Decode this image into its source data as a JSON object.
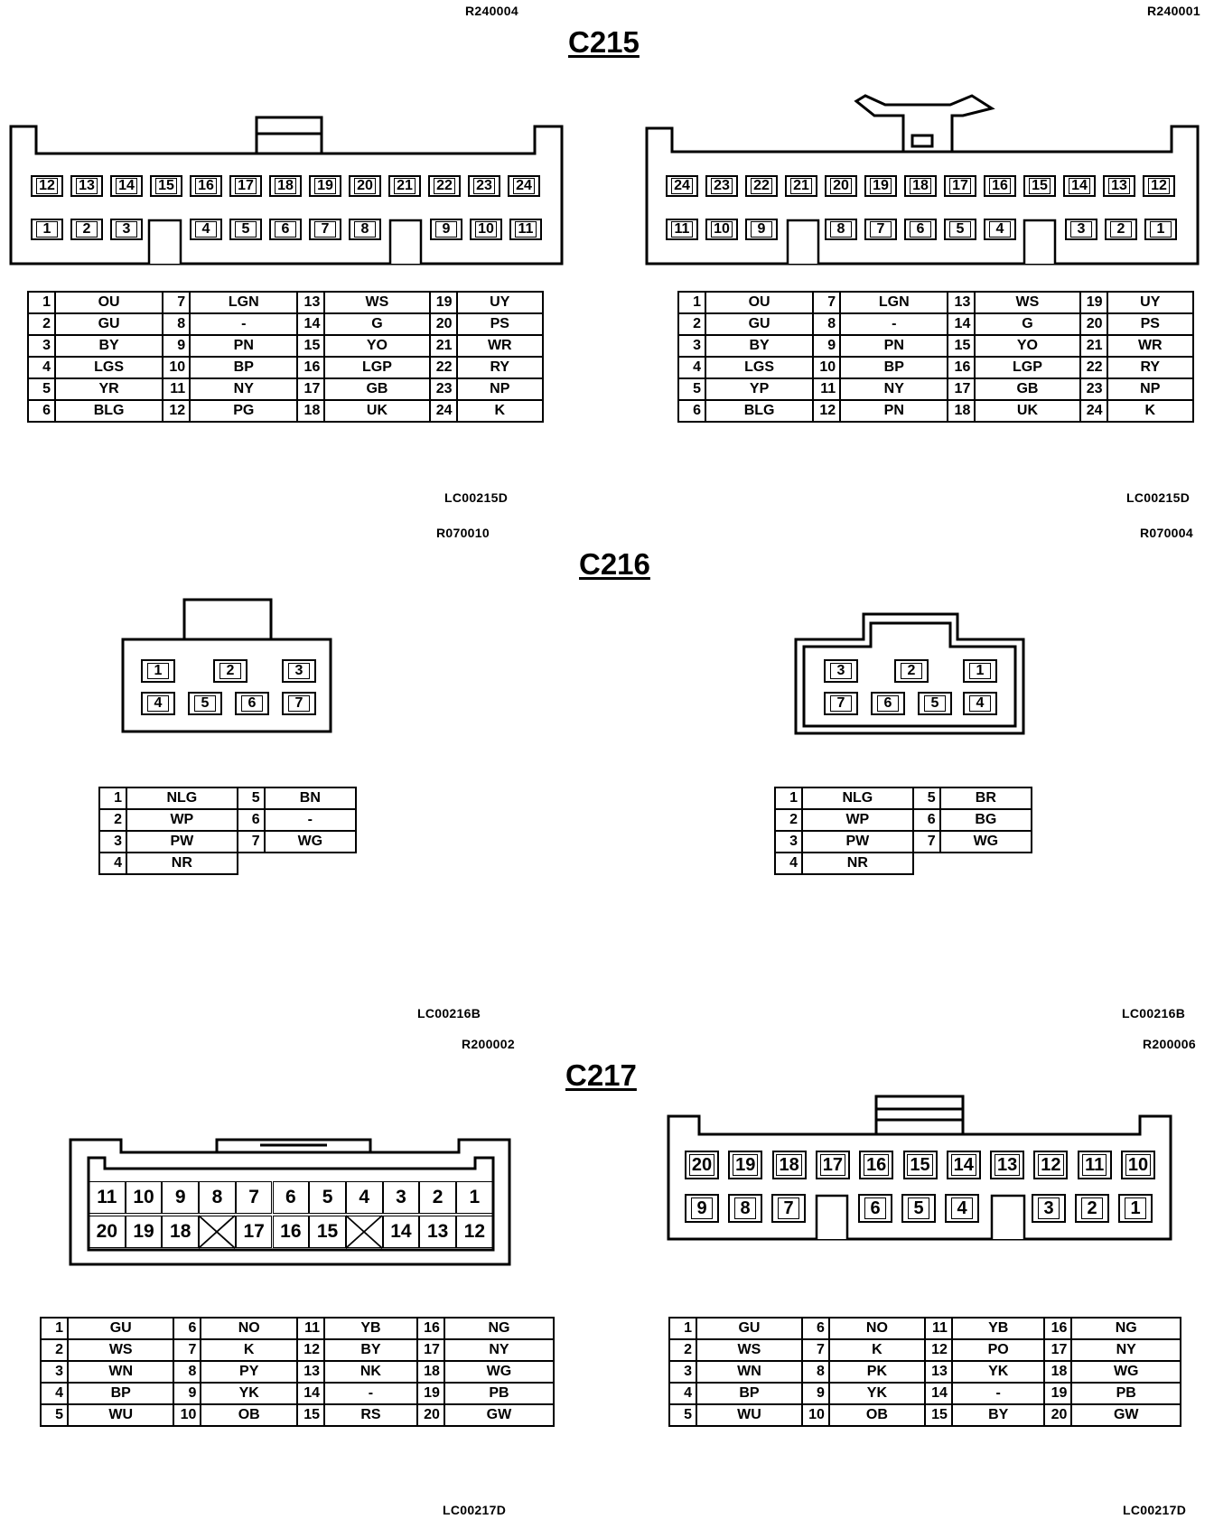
{
  "labels": {
    "r240004": "R240004",
    "r240001": "R240001",
    "c215": "C215",
    "lc215a": "LC00215D",
    "lc215b": "LC00215D",
    "r070010": "R070010",
    "r070004": "R070004",
    "c216": "C216",
    "lc216a": "LC00216B",
    "lc216b": "LC00216B",
    "r200002": "R200002",
    "r200006": "R200006",
    "c217": "C217",
    "lc217a": "LC00217D",
    "lc217b": "LC00217D"
  },
  "c215_left_table": [
    [
      "1",
      "OU",
      "7",
      "LGN",
      "13",
      "WS",
      "19",
      "UY"
    ],
    [
      "2",
      "GU",
      "8",
      "-",
      "14",
      "G",
      "20",
      "PS"
    ],
    [
      "3",
      "BY",
      "9",
      "PN",
      "15",
      "YO",
      "21",
      "WR"
    ],
    [
      "4",
      "LGS",
      "10",
      "BP",
      "16",
      "LGP",
      "22",
      "RY"
    ],
    [
      "5",
      "YR",
      "11",
      "NY",
      "17",
      "GB",
      "23",
      "NP"
    ],
    [
      "6",
      "BLG",
      "12",
      "PG",
      "18",
      "UK",
      "24",
      "K"
    ]
  ],
  "c215_right_table": [
    [
      "1",
      "OU",
      "7",
      "LGN",
      "13",
      "WS",
      "19",
      "UY"
    ],
    [
      "2",
      "GU",
      "8",
      "-",
      "14",
      "G",
      "20",
      "PS"
    ],
    [
      "3",
      "BY",
      "9",
      "PN",
      "15",
      "YO",
      "21",
      "WR"
    ],
    [
      "4",
      "LGS",
      "10",
      "BP",
      "16",
      "LGP",
      "22",
      "RY"
    ],
    [
      "5",
      "YP",
      "11",
      "NY",
      "17",
      "GB",
      "23",
      "NP"
    ],
    [
      "6",
      "BLG",
      "12",
      "PN",
      "18",
      "UK",
      "24",
      "K"
    ]
  ],
  "c216_left_table": [
    [
      "1",
      "NLG",
      "5",
      "BN"
    ],
    [
      "2",
      "WP",
      "6",
      "-"
    ],
    [
      "3",
      "PW",
      "7",
      "WG"
    ],
    [
      "4",
      "NR",
      "",
      ""
    ]
  ],
  "c216_right_table": [
    [
      "1",
      "NLG",
      "5",
      "BR"
    ],
    [
      "2",
      "WP",
      "6",
      "BG"
    ],
    [
      "3",
      "PW",
      "7",
      "WG"
    ],
    [
      "4",
      "NR",
      "",
      ""
    ]
  ],
  "c217_left_table": [
    [
      "1",
      "GU",
      "6",
      "NO",
      "11",
      "YB",
      "16",
      "NG"
    ],
    [
      "2",
      "WS",
      "7",
      "K",
      "12",
      "BY",
      "17",
      "NY"
    ],
    [
      "3",
      "WN",
      "8",
      "PY",
      "13",
      "NK",
      "18",
      "WG"
    ],
    [
      "4",
      "BP",
      "9",
      "YK",
      "14",
      "-",
      "19",
      "PB"
    ],
    [
      "5",
      "WU",
      "10",
      "OB",
      "15",
      "RS",
      "20",
      "GW"
    ]
  ],
  "c217_right_table": [
    [
      "1",
      "GU",
      "6",
      "NO",
      "11",
      "YB",
      "16",
      "NG"
    ],
    [
      "2",
      "WS",
      "7",
      "K",
      "12",
      "PO",
      "17",
      "NY"
    ],
    [
      "3",
      "WN",
      "8",
      "PK",
      "13",
      "YK",
      "18",
      "WG"
    ],
    [
      "4",
      "BP",
      "9",
      "YK",
      "14",
      "-",
      "19",
      "PB"
    ],
    [
      "5",
      "WU",
      "10",
      "OB",
      "15",
      "BY",
      "20",
      "GW"
    ]
  ],
  "pins": {
    "c215_left_top": [
      "12",
      "13",
      "14",
      "15",
      "16",
      "17",
      "18",
      "19",
      "20",
      "21",
      "22",
      "23",
      "24"
    ],
    "c215_left_bottom": [
      "1",
      "2",
      "3",
      "4",
      "5",
      "6",
      "7",
      "8",
      "9",
      "10",
      "11"
    ],
    "c215_right_top": [
      "24",
      "23",
      "22",
      "21",
      "20",
      "19",
      "18",
      "17",
      "16",
      "15",
      "14",
      "13",
      "12"
    ],
    "c215_right_bottom": [
      "11",
      "10",
      "9",
      "8",
      "7",
      "6",
      "5",
      "4",
      "3",
      "2",
      "1"
    ],
    "c216_left_top": [
      "1",
      "2",
      "3"
    ],
    "c216_left_bottom": [
      "4",
      "5",
      "6",
      "7"
    ],
    "c216_right_top": [
      "3",
      "2",
      "1"
    ],
    "c216_right_bottom": [
      "7",
      "6",
      "5",
      "4"
    ],
    "c217_left_top": [
      "11",
      "10",
      "9",
      "8",
      "7",
      "6",
      "5",
      "4",
      "3",
      "2",
      "1"
    ],
    "c217_left_bottom": [
      "20",
      "19",
      "18",
      "",
      "17",
      "16",
      "15",
      "",
      "14",
      "13",
      "12"
    ],
    "c217_right_top": [
      "20",
      "19",
      "18",
      "17",
      "16",
      "15",
      "14",
      "13",
      "12",
      "11",
      "10"
    ],
    "c217_right_bottom": [
      "9",
      "8",
      "7",
      "6",
      "5",
      "4",
      "3",
      "2",
      "1"
    ]
  }
}
